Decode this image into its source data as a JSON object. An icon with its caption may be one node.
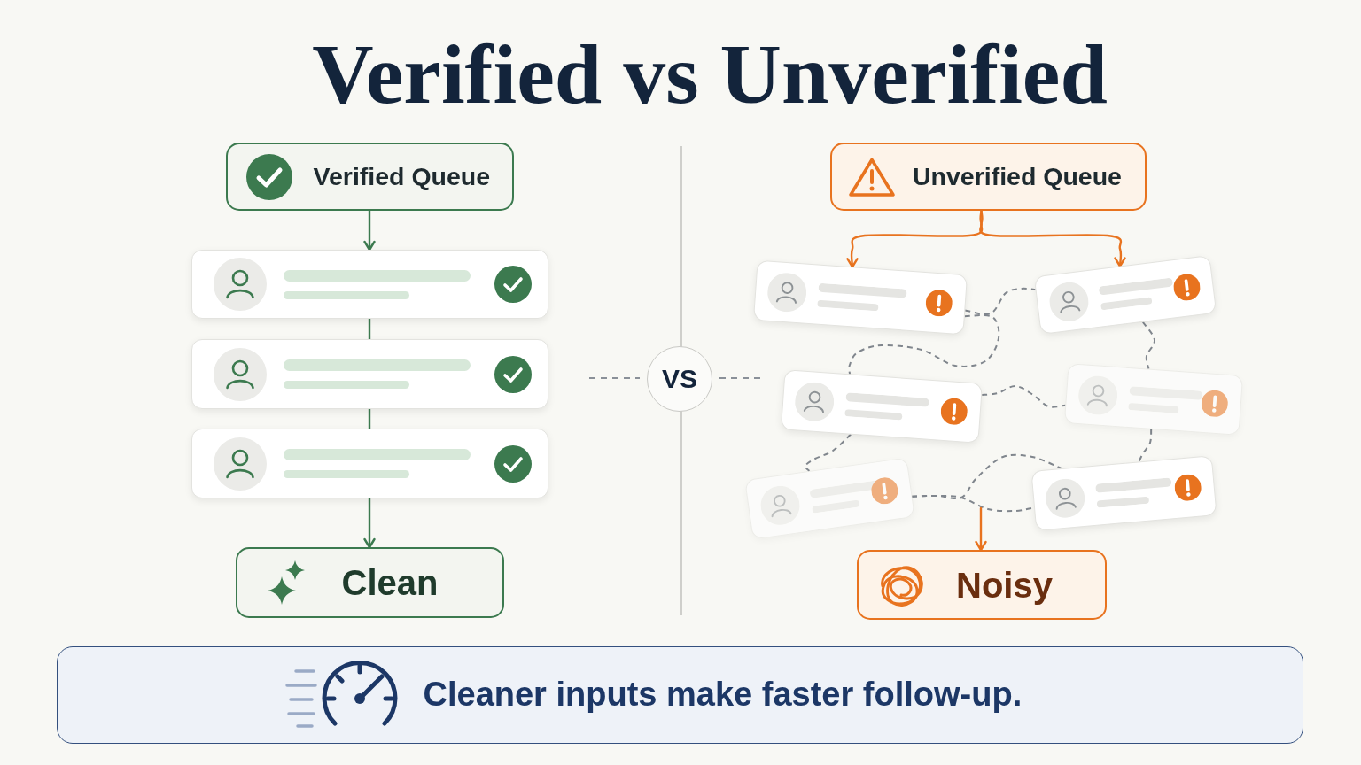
{
  "diagram": {
    "title": "Verified vs Unverified",
    "nodes": [
      {
        "text": [
          "Verified Queue"
        ]
      },
      {
        "text": [],
        "shape": "box"
      },
      {
        "text": [],
        "shape": "box"
      },
      {
        "text": [],
        "shape": "box"
      },
      {
        "text": [
          "Clean"
        ]
      },
      {
        "text": [
          "VS"
        ]
      },
      {
        "text": [
          "Unverified Queue"
        ]
      },
      {
        "text": [],
        "shape": "box"
      },
      {
        "text": [],
        "shape": "box"
      },
      {
        "text": [],
        "shape": "box"
      },
      {
        "text": [],
        "shape": "box"
      },
      {
        "text": [],
        "shape": "box"
      },
      {
        "text": [],
        "shape": "box"
      },
      {
        "text": [
          "Noisy"
        ]
      },
      {
        "text": [
          "Cleaner inputs make faster follow-up."
        ]
      }
    ],
    "edges": [
      {
        "from": 0,
        "to": 1,
        "arrow": "to",
        "color": "#3c7a4f"
      },
      {
        "from": 1,
        "to": 2,
        "arrow": "none",
        "color": "#3c7a4f"
      },
      {
        "from": 2,
        "to": 3,
        "arrow": "none",
        "color": "#3c7a4f"
      },
      {
        "from": 3,
        "to": 4,
        "arrow": "to",
        "color": "#3c7a4f"
      },
      {
        "from": 6,
        "to": 7,
        "arrow": "to",
        "color": "#e8731f"
      },
      {
        "from": 6,
        "to": 8,
        "arrow": "to",
        "color": "#e8731f"
      },
      {
        "from": 7,
        "to": 8,
        "arrow": "none",
        "style": "dashed"
      },
      {
        "from": 7,
        "to": 9,
        "arrow": "none",
        "style": "dashed"
      },
      {
        "from": 8,
        "to": 10,
        "arrow": "none",
        "style": "dashed"
      },
      {
        "from": 9,
        "to": 10,
        "arrow": "none",
        "style": "dashed"
      },
      {
        "from": 9,
        "to": 11,
        "arrow": "none",
        "style": "dashed"
      },
      {
        "from": 10,
        "to": 12,
        "arrow": "none",
        "style": "dashed"
      },
      {
        "from": 11,
        "to": 12,
        "arrow": "none",
        "style": "dashed"
      },
      {
        "from": 11,
        "to": 12,
        "arrow": "none",
        "style": "dashed"
      },
      {
        "from": null,
        "to": 13,
        "arrow": "to",
        "color": "#e8731f"
      }
    ]
  }
}
